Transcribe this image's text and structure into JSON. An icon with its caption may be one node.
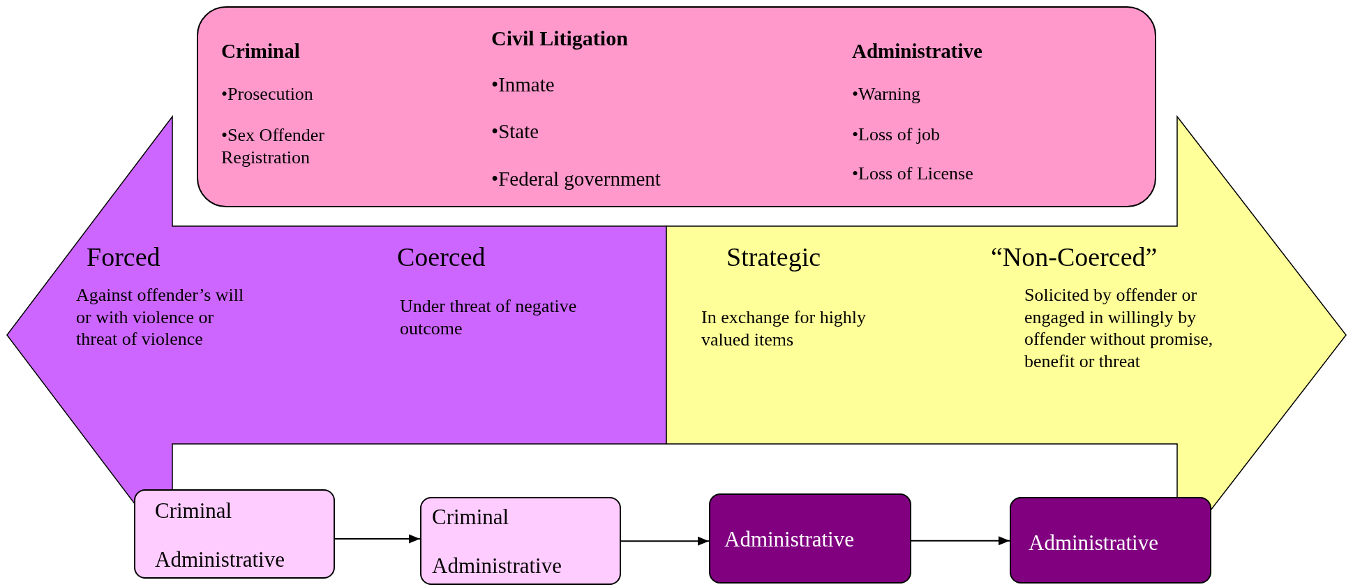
{
  "diagram": {
    "nodes": [
      {
        "text": [
          "Criminal",
          "•Prosecution",
          "•Sex Offender Registration",
          "Civil Litigation",
          "•Inmate",
          "•State",
          "•Federal government",
          "Administrative",
          "•Warning",
          "•Loss of job",
          "•Loss of License"
        ]
      },
      {
        "text": [
          "Forced",
          "Against offender’s will or with violence or threat of violence",
          "Coerced",
          "Under threat of negative outcome"
        ]
      },
      {
        "text": [
          "Strategic",
          "In exchange for highly valued items",
          "“Non-Coerced”",
          "Solicited by offender or engaged in willingly by offender without promise, benefit or threat"
        ]
      },
      {
        "text": [
          "Criminal",
          "Administrative"
        ]
      },
      {
        "text": [
          "Criminal",
          "Administrative"
        ]
      },
      {
        "text": [
          "Administrative"
        ]
      },
      {
        "text": [
          "Administrative"
        ]
      }
    ],
    "edges": [
      {
        "from": 3,
        "to": 4,
        "arrow": "to"
      },
      {
        "from": 4,
        "to": 5,
        "arrow": "to"
      },
      {
        "from": 5,
        "to": 6,
        "arrow": "to"
      }
    ]
  }
}
